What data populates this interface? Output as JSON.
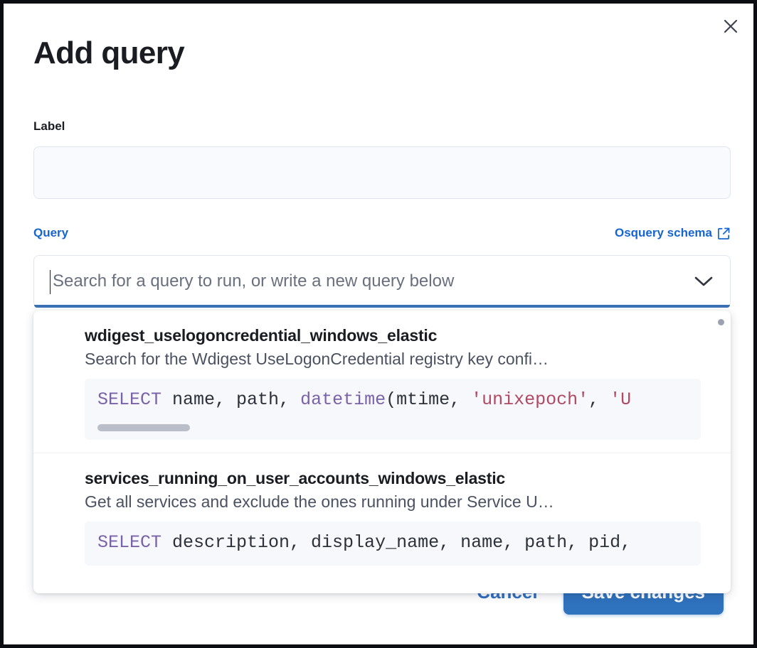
{
  "modal": {
    "title": "Add query",
    "close_icon": "close-icon"
  },
  "label_field": {
    "label": "Label",
    "value": "",
    "placeholder": ""
  },
  "query_field": {
    "label": "Query",
    "schema_link": "Osquery schema",
    "schema_link_icon": "external-link-icon",
    "combo_placeholder": "Search for a query to run, or write a new query below",
    "combo_value": "",
    "chevron_icon": "chevron-down-icon"
  },
  "dropdown": {
    "items": [
      {
        "title": "wdigest_uselogoncredential_windows_elastic",
        "description": "Search for the Wdigest UseLogonCredential registry key confi…",
        "code_tokens": [
          {
            "t": "SELECT",
            "c": "kw"
          },
          {
            "t": " name, path, ",
            "c": "pn"
          },
          {
            "t": "datetime",
            "c": "fn"
          },
          {
            "t": "(mtime, ",
            "c": "pn"
          },
          {
            "t": "'unixepoch'",
            "c": "str"
          },
          {
            "t": ", ",
            "c": "pn"
          },
          {
            "t": "'U",
            "c": "str"
          }
        ],
        "has_scrollbar": true
      },
      {
        "title": "services_running_on_user_accounts_windows_elastic",
        "description": "Get all services and exclude the ones running under Service U…",
        "code_tokens": [
          {
            "t": "SELECT",
            "c": "kw"
          },
          {
            "t": " description, display_name, name, path, pid,",
            "c": "pn"
          }
        ],
        "has_scrollbar": false
      }
    ]
  },
  "footer": {
    "cancel_label": "Cancel",
    "save_label": "Save changes"
  },
  "colors": {
    "accent_blue": "#1765ce",
    "button_blue": "#2f72bd",
    "focus_underline": "#3b72b8",
    "sql_keyword": "#7a62a8",
    "sql_string": "#b04a62",
    "text_dark": "#1a1c22"
  }
}
